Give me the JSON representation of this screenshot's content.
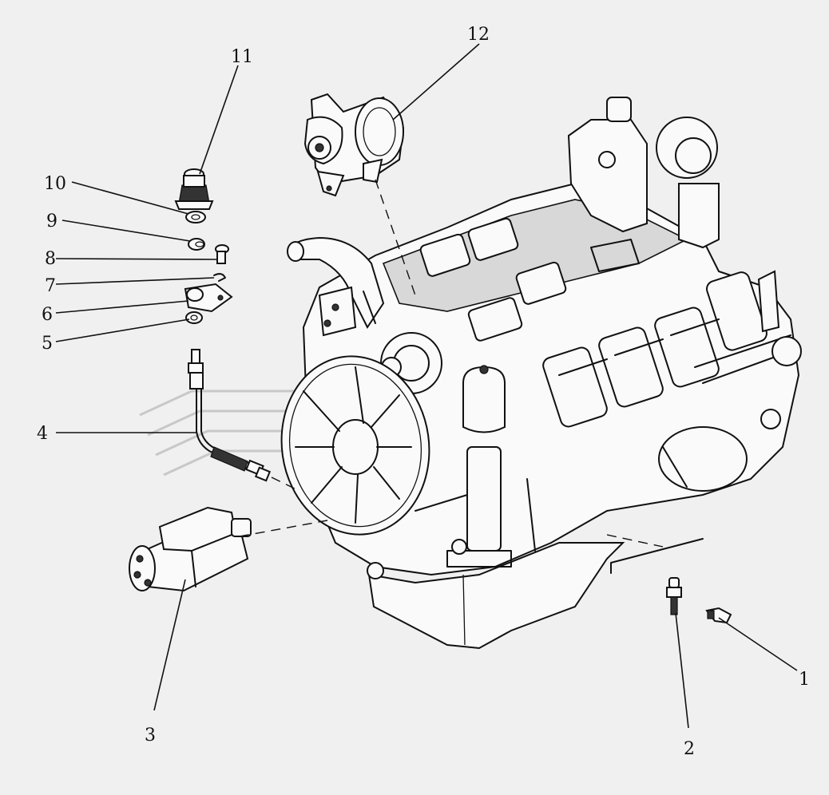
{
  "callouts": [
    {
      "id": "c1",
      "label": "1"
    },
    {
      "id": "c2",
      "label": "2"
    },
    {
      "id": "c3",
      "label": "3"
    },
    {
      "id": "c4",
      "label": "4"
    },
    {
      "id": "c5",
      "label": "5"
    },
    {
      "id": "c6",
      "label": "6"
    },
    {
      "id": "c7",
      "label": "7"
    },
    {
      "id": "c8",
      "label": "8"
    },
    {
      "id": "c9",
      "label": "9"
    },
    {
      "id": "c10",
      "label": "10"
    },
    {
      "id": "c11",
      "label": "11"
    },
    {
      "id": "c12",
      "label": "12"
    }
  ],
  "colors": {
    "background": "#f0f0f0",
    "line": "#111111",
    "watermark": "#c8c8c8"
  }
}
